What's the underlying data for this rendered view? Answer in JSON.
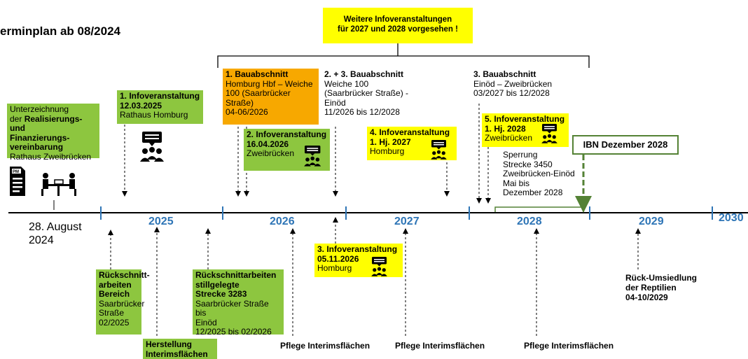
{
  "title": "erminplan ab 08/2024",
  "banner": {
    "line1": "Weitere Infoveranstaltungen",
    "line2": "für 2027 und 2028 vorgesehen !"
  },
  "years": [
    "2025",
    "2026",
    "2027",
    "2028",
    "2029",
    "2030"
  ],
  "start_date": {
    "line1": "28. August",
    "line2": "2024"
  },
  "signing": {
    "l1": "Unterzeichnung",
    "l2a": "der ",
    "l2b": "Realisierungs- und",
    "l3": "Finanzierungs-",
    "l4": "vereinbarung",
    "l5": "Rathaus Zweibrücken"
  },
  "info1": {
    "title": "1. Infoveranstaltung",
    "date": "12.03.2025",
    "place": "Rathaus Homburg"
  },
  "section1": {
    "title": "1. Bauabschnitt",
    "l1": "Homburg Hbf – Weiche",
    "l2": "100 (Saarbrücker",
    "l3": "Straße)",
    "l4": "04-06/2026"
  },
  "info2": {
    "title": "2. Infoveranstaltung",
    "date": "16.04.2026",
    "place": "Zweibrücken"
  },
  "section23": {
    "title": "2. + 3. Bauabschnitt",
    "l1": "Weiche 100",
    "l2": "(Saarbrücker Straße) -",
    "l3": "Einöd",
    "l4": "11/2026 bis 12/2028"
  },
  "info4": {
    "title1": "4. Infoveranstaltung",
    "title2": "1. Hj. 2027",
    "place": "Homburg"
  },
  "section3": {
    "title": "3. Bauabschnitt",
    "l1": "Einöd – Zweibrücken",
    "l2": "03/2027 bis 12/2028"
  },
  "info5": {
    "title1": "5. Infoveranstaltung",
    "title2": "1. Hj. 2028",
    "place": "Zweibrücken"
  },
  "closure": {
    "l1": "Sperrung",
    "l2": "Strecke 3450",
    "l3": "Zweibrücken-Einöd",
    "l4": "Mai bis",
    "l5": "Dezember 2028"
  },
  "ibn": "IBN Dezember 2028",
  "cut1": {
    "l1": "Rückschnitt-",
    "l2": "arbeiten",
    "l3": "Bereich",
    "l4": "Saarbrücker",
    "l5": "Straße",
    "l6": "02/2025"
  },
  "interim": {
    "l1": "Herstellung",
    "l2": "Interimsflächen"
  },
  "cut2": {
    "l1": "Rückschnittarbeiten",
    "l2": "stillgelegte",
    "l3": "Strecke 3283",
    "l4": "Saarbrücker Straße bis",
    "l5": "Einöd",
    "l6": "12/2025 bis 02/2026"
  },
  "info3": {
    "title": "3. Infoveranstaltung",
    "date": "05.11.2026",
    "place": "Homburg"
  },
  "care": [
    "Pflege Interimsflächen",
    "Pflege Interimsflächen",
    "Pflege Interimsflächen"
  ],
  "reptiles": {
    "l1": "Rück-Umsiedlung",
    "l2": "der Reptilien",
    "l3": "04-10/2029"
  },
  "colors": {
    "green": "#8dc63f",
    "yellow": "#ffff00",
    "orange": "#f7a800",
    "blue": "#2e75b6",
    "darkgreen": "#548235"
  }
}
